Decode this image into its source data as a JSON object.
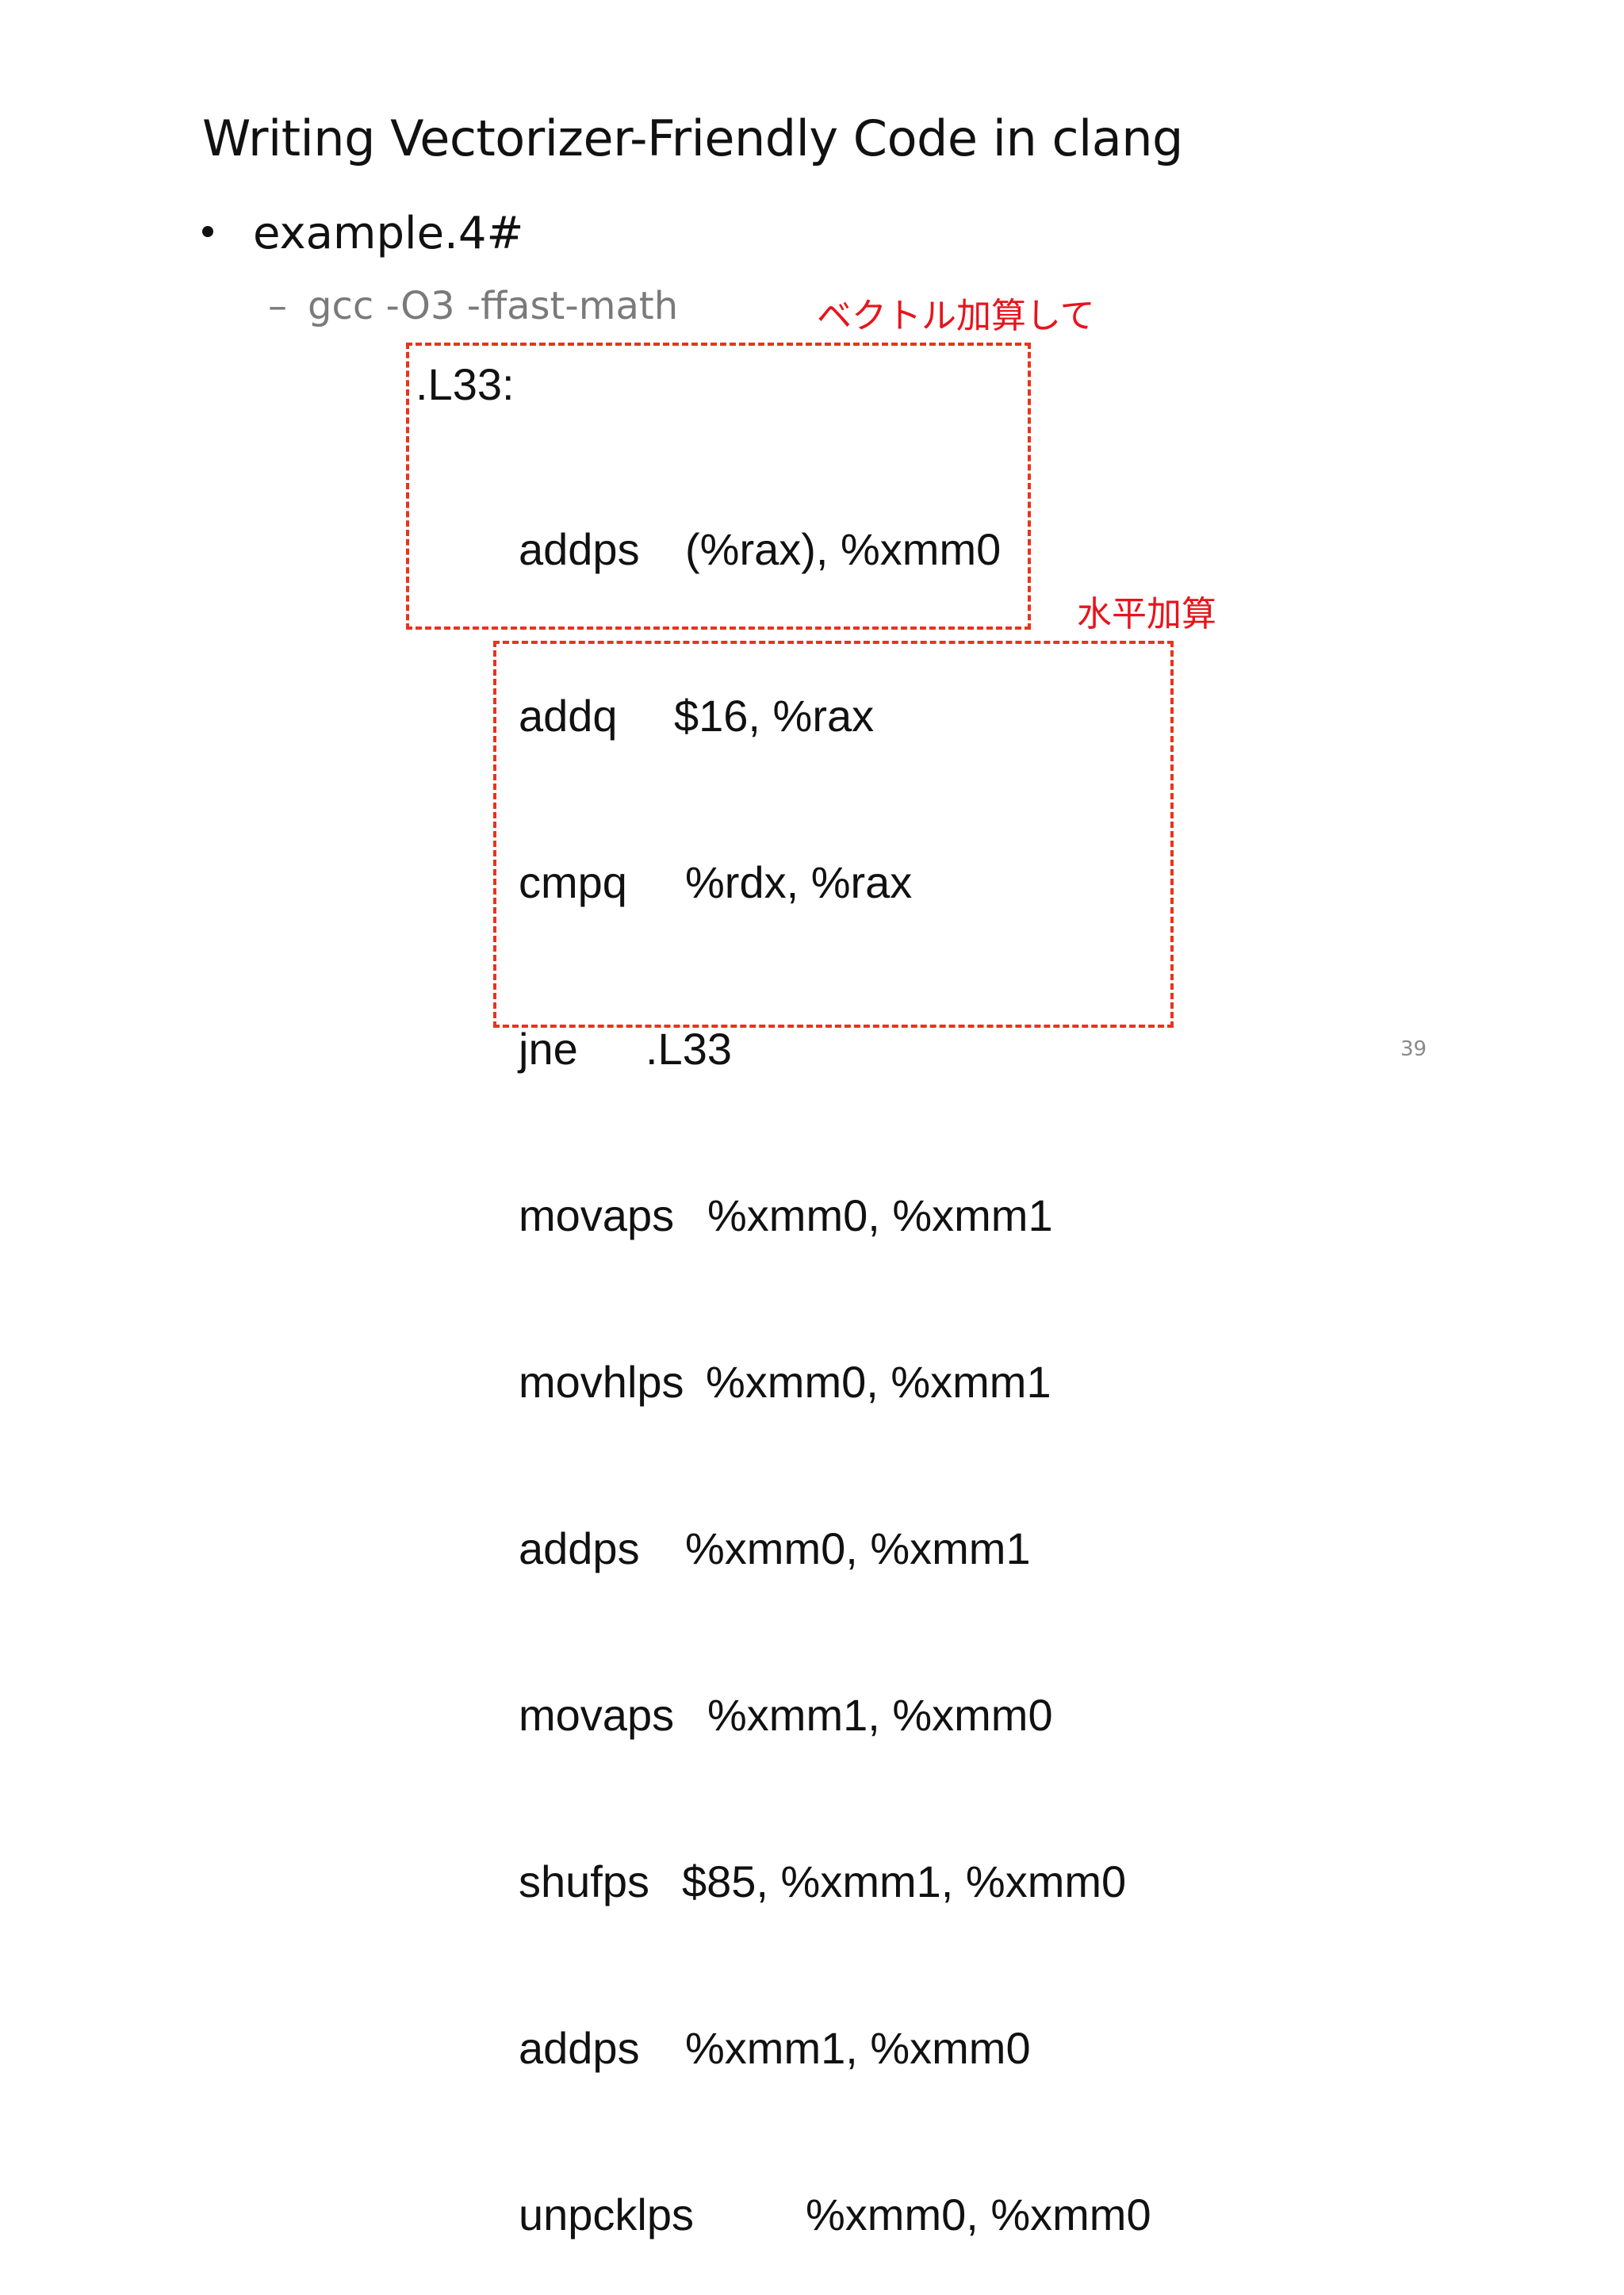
{
  "slide": {
    "title": "Writing Vectorizer-Friendly Code in clang",
    "bullet": "example.4#",
    "sub_bullet_dash": "–",
    "sub_bullet": "gcc -O3 -ffast-math",
    "annotation_vector_add": "ベクトル加算して",
    "annotation_horizontal_add": "水平加算",
    "page_number": "39",
    "accent_color": "#e8141c"
  },
  "code": {
    "label": ".L33:",
    "lines": [
      {
        "op": "addps",
        "args": "(%rax), %xmm0"
      },
      {
        "op": "addq",
        "args": "$16, %rax"
      },
      {
        "op": "cmpq",
        "args": "%rdx, %rax"
      },
      {
        "op": "jne",
        "args": ".L33"
      },
      {
        "op": "movaps",
        "args": "%xmm0, %xmm1"
      },
      {
        "op": "movhlps",
        "args": "%xmm0, %xmm1"
      },
      {
        "op": "addps",
        "args": "%xmm0, %xmm1"
      },
      {
        "op": "movaps",
        "args": "%xmm1, %xmm0"
      },
      {
        "op": "shufps",
        "args": "$85, %xmm1, %xmm0"
      },
      {
        "op": "addps",
        "args": "%xmm1, %xmm0"
      },
      {
        "op": "unpcklps",
        "args": "%xmm0, %xmm0"
      }
    ]
  }
}
